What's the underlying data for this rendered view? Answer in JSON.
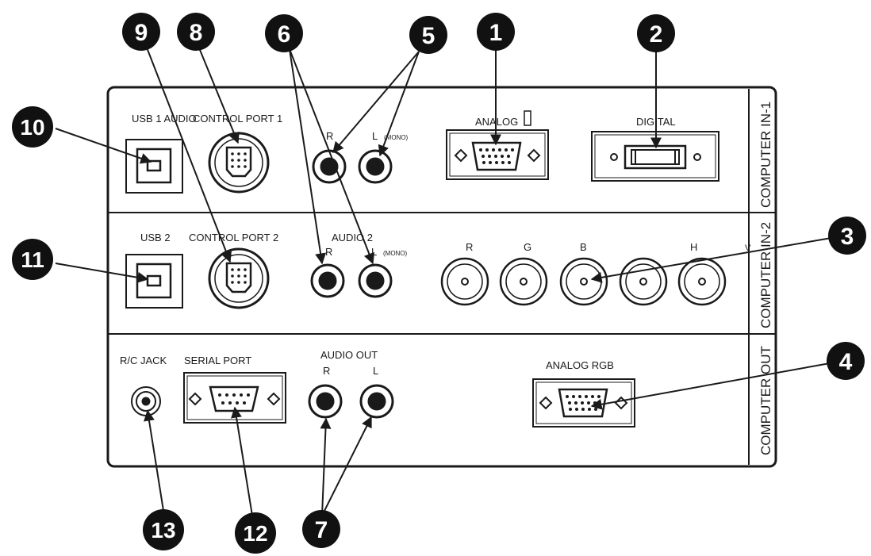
{
  "panel": {
    "rows": [
      {
        "side_label": "COMPUTER IN-1"
      },
      {
        "side_label": "COMPUTER IN-2"
      },
      {
        "side_label": "COMPUTER OUT"
      }
    ]
  },
  "labels": {
    "usb1_audio": "USB 1 AUDIO",
    "control_port_1": "CONTROL PORT 1",
    "in1_r": "R",
    "in1_l": "L",
    "in1_mono": "(MONO)",
    "analog": "ANALOG",
    "digital": "DIGITAL",
    "usb2": "USB 2",
    "control_port_2": "CONTROL PORT 2",
    "audio2": "AUDIO 2",
    "in2_r": "R",
    "in2_l": "L",
    "in2_mono": "(MONO)",
    "bnc_r": "R",
    "bnc_g": "G",
    "bnc_b": "B",
    "bnc_h": "H",
    "bnc_v": "V",
    "rc_jack": "R/C JACK",
    "serial_port": "SERIAL PORT",
    "audio_out": "AUDIO OUT",
    "out_r": "R",
    "out_l": "L",
    "analog_rgb": "ANALOG RGB"
  },
  "callouts": [
    "1",
    "2",
    "3",
    "4",
    "5",
    "6",
    "7",
    "8",
    "9",
    "10",
    "11",
    "12",
    "13"
  ],
  "colors": {
    "line": "#1a1a1a",
    "callout_fill": "#111111",
    "panel_bg": "#ffffff"
  }
}
